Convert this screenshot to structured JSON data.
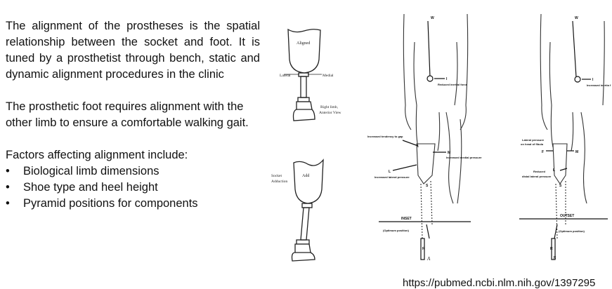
{
  "slide": {
    "paragraph1": "The alignment of the prostheses is the spatial relationship between the socket and foot. It is tuned by a prosthetist through bench, static and dynamic alignment procedures in the clinic",
    "paragraph2": "The prosthetic foot requires alignment with the other limb to ensure a comfortable walking gait.",
    "factors_heading": "Factors affecting alignment include:",
    "factors": [
      "Biological limb dimensions",
      "Shoe type and heel height",
      "Pyramid positions for components"
    ]
  },
  "figure_prosthesis": {
    "top": {
      "socket_label": "Aligned",
      "lateral": "Lateral",
      "medial": "Medial",
      "caption_line1": "Right limb,",
      "caption_line2": "Anterior View"
    },
    "bottom": {
      "socket_label": "Add",
      "side_line1": "Socket",
      "side_line2": "Adduction"
    }
  },
  "figure_body": {
    "a": {
      "w": "W",
      "i": "I",
      "reduced_inertial": "Reduced inertial force",
      "increased_tendency": "Increased tendency to gap",
      "m": "M",
      "increased_medial": "Increased medial pressure",
      "l": "L",
      "increased_lateral": "Increased lateral pressure",
      "s": "S",
      "inset": "INSET",
      "optimum": "(Optimum position)",
      "r": "R",
      "caption": "A"
    },
    "b": {
      "w": "W",
      "i": "I",
      "increased_inertia": "Increased inertia f",
      "lateral_pressure_line1": "Lateral pressure",
      "lateral_pressure_line2": "on head of fibula",
      "f": "F",
      "m": "M",
      "l": "L",
      "reduced_line1": "Reduced",
      "reduced_line2": "distal lateral pressure",
      "s": "S",
      "outset": "OUTSET",
      "optimum": "(Optimum position)",
      "r": "R",
      "caption": "B"
    }
  },
  "source_url": "https://pubmed.ncbi.nlm.nih.gov/1397295"
}
